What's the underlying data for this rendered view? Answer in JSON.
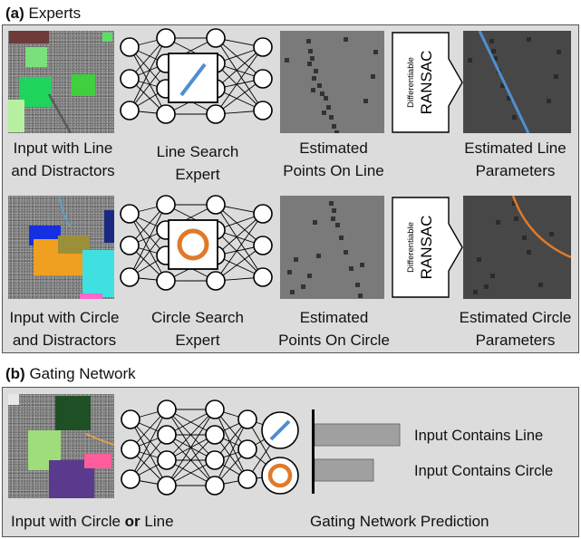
{
  "section_a": {
    "letter": "(a)",
    "title": "Experts"
  },
  "section_b": {
    "letter": "(b)",
    "title": "Gating Network"
  },
  "row_line": {
    "input_caption": "Input with Line\nand Distractors",
    "expert_caption": "Line Search\nExpert",
    "points_caption": "Estimated\nPoints On Line",
    "ransac_small": "Differentiable",
    "ransac_big": "RANSAC",
    "params_caption": "Estimated Line\nParameters"
  },
  "row_circle": {
    "input_caption": "Input with Circle\nand Distractors",
    "expert_caption": "Circle Search\nExpert",
    "points_caption": "Estimated\nPoints On Circle",
    "ransac_small": "Differentiable",
    "ransac_big": "RANSAC",
    "params_caption": "Estimated Circle\nParameters"
  },
  "gating": {
    "input_caption_pre": "Input with Circle ",
    "input_caption_bold": "or",
    "input_caption_post": " Line",
    "prediction_caption": "Gating Network Prediction",
    "bars": [
      {
        "label": "Input Contains Line",
        "value": 0.8
      },
      {
        "label": "Input Contains Circle",
        "value": 0.55
      }
    ]
  },
  "colors": {
    "line_blue": "#4f8fd0",
    "circle_orange": "#e07a2a",
    "panel_bg": "#dcdcdc",
    "bar_fill": "#a0a0a0"
  }
}
